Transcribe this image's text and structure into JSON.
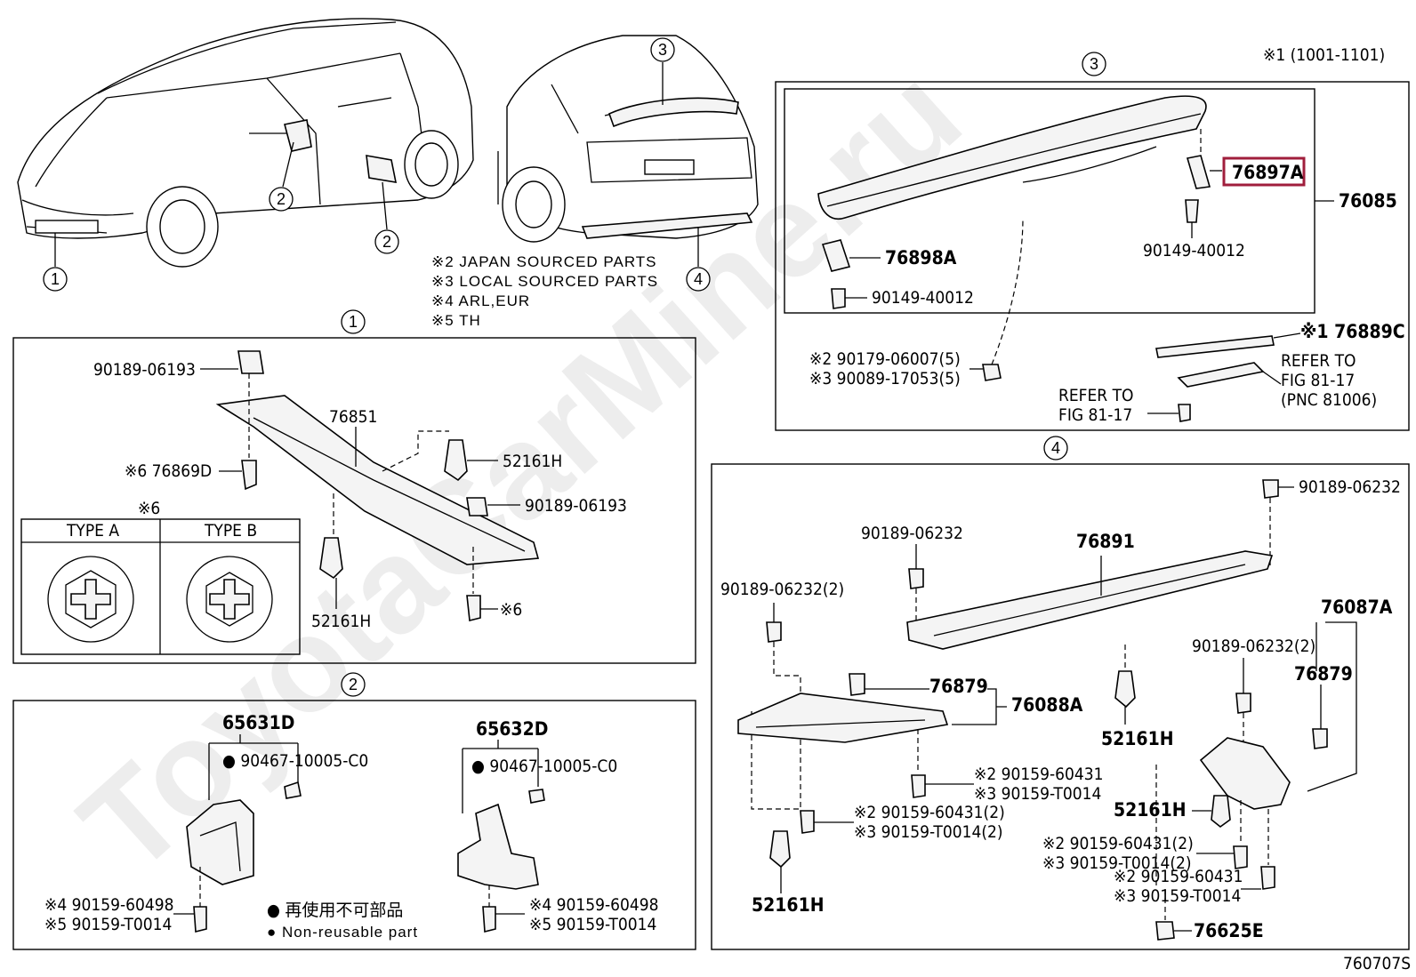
{
  "watermark": "ToyotaCarMine.ru",
  "figure_code": "760707S",
  "applicability_note": "※1 (1001-1101)",
  "legend": {
    "n2": "※2 JAPAN SOURCED PARTS",
    "n3": "※3 LOCAL SOURCED PARTS",
    "n4": "※4 ARL,EUR",
    "n5": "※5 TH"
  },
  "callouts": {
    "c1": "1",
    "c2": "2",
    "c3": "3",
    "c4": "4"
  },
  "type_box": {
    "note": "※6",
    "type_a": "TYPE A",
    "type_b": "TYPE B"
  },
  "non_reusable": {
    "jp": "● 再使用不可部品",
    "en": "● Non-reusable part"
  },
  "section1": {
    "p1": "90189-06193",
    "p2": "76851",
    "p3": "※6 76869D",
    "p4": "52161H",
    "p5": "90189-06193",
    "p6": "52161H",
    "p7": "※6"
  },
  "section2": {
    "p1": "65631D",
    "p2": "● 90467-10005-C0",
    "p3": "65632D",
    "p4": "● 90467-10005-C0",
    "p5": "※4 90159-60498",
    "p6": "※5 90159-T0014",
    "p7": "※4 90159-60498",
    "p8": "※5 90159-T0014"
  },
  "section3": {
    "selected": "76897A",
    "p1": "76085",
    "p2": "76898A",
    "p3": "90149-40012",
    "p4": "90149-40012",
    "p5": "※1 76889C",
    "p6": "※2 90179-06007(5)",
    "p7": "※3 90089-17053(5)",
    "ref1a": "REFER TO",
    "ref1b": "FIG 81-17",
    "ref1c": "(PNC 81006)",
    "ref2a": "REFER TO",
    "ref2b": "FIG 81-17"
  },
  "section4": {
    "p1": "90189-06232",
    "p2": "90189-06232",
    "p3": "76891",
    "p4": "90189-06232(2)",
    "p5": "76087A",
    "p6": "76879",
    "p7": "76088A",
    "p8": "90189-06232(2)",
    "p9": "76879",
    "p10": "52161H",
    "p11": "※2 90159-60431",
    "p12": "※3 90159-T0014",
    "p13": "※2 90159-60431(2)",
    "p14": "※3 90159-T0014(2)",
    "p15": "52161H",
    "p16": "※2 90159-60431(2)",
    "p17": "※3 90159-T0014(2)",
    "p18": "※2 90159-60431",
    "p19": "※3 90159-T0014",
    "p20": "52161H",
    "p21": "76625E"
  },
  "colors": {
    "highlight": "#a01e3c",
    "line": "#000000",
    "watermark": "#d9d9d9"
  }
}
